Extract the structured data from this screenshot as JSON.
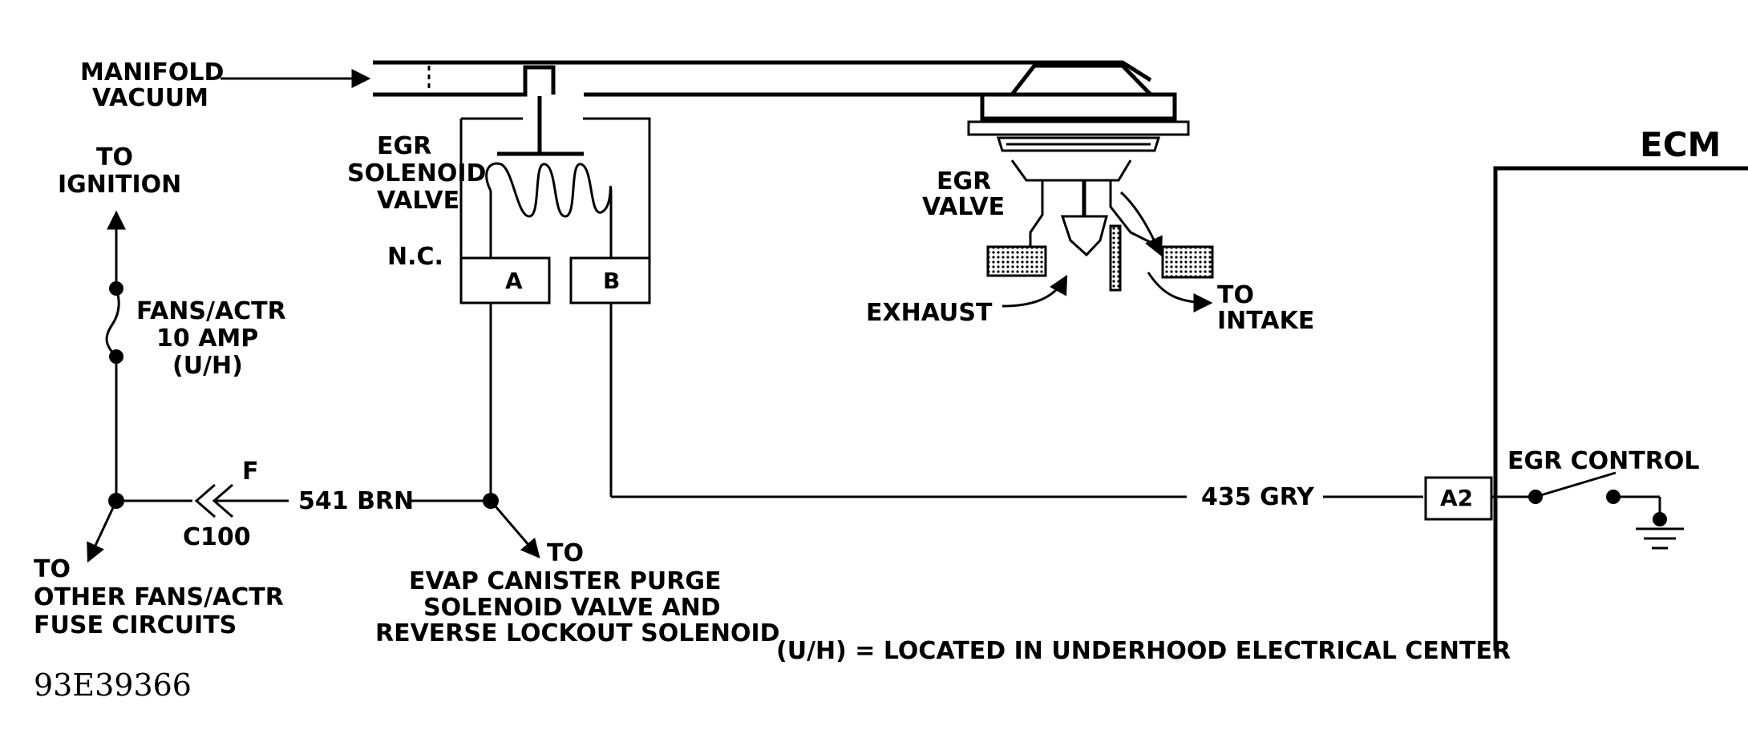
{
  "labels": {
    "manifold_vacuum": [
      "MANIFOLD",
      "VACUUM"
    ],
    "to_ignition": [
      "TO",
      "IGNITION"
    ],
    "egr_solenoid_valve": [
      "EGR",
      "SOLENOID",
      "VALVE"
    ],
    "normally_closed": "N.C.",
    "pin_a": "A",
    "pin_b": "B",
    "fuse": [
      "FANS/ACTR",
      "10 AMP",
      "(U/H)"
    ],
    "egr_valve": [
      "EGR",
      "VALVE"
    ],
    "exhaust": "EXHAUST",
    "to_intake": [
      "TO",
      "INTAKE"
    ],
    "ecm": "ECM",
    "connector_f": "F",
    "wire_541": "541 BRN",
    "connector_c100": "C100",
    "to_other_fans": [
      "TO",
      "OTHER FANS/ACTR",
      "FUSE CIRCUITS"
    ],
    "to_evap": [
      "TO",
      "EVAP CANISTER PURGE",
      "SOLENOID VALVE AND",
      "REVERSE LOCKOUT SOLENOID"
    ],
    "wire_435": "435 GRY",
    "pin_a2": "A2",
    "egr_control": "EGR CONTROL",
    "note": "(U/H) = LOCATED IN UNDERHOOD ELECTRICAL CENTER",
    "figure_code": "93E39366"
  }
}
